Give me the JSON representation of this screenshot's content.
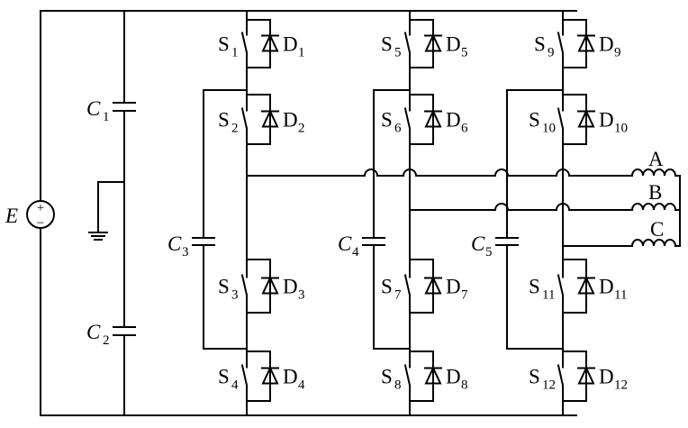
{
  "source": {
    "label": "E",
    "plus": "+",
    "minus": "−"
  },
  "dc_capacitors": [
    {
      "name": "C",
      "sub": "1"
    },
    {
      "name": "C",
      "sub": "2"
    }
  ],
  "legs": [
    {
      "capacitor": {
        "name": "C",
        "sub": "3"
      },
      "switches": [
        {
          "s": "S",
          "s_sub": "1",
          "d": "D",
          "d_sub": "1"
        },
        {
          "s": "S",
          "s_sub": "2",
          "d": "D",
          "d_sub": "2"
        },
        {
          "s": "S",
          "s_sub": "3",
          "d": "D",
          "d_sub": "3"
        },
        {
          "s": "S",
          "s_sub": "4",
          "d": "D",
          "d_sub": "4"
        }
      ]
    },
    {
      "capacitor": {
        "name": "C",
        "sub": "4"
      },
      "switches": [
        {
          "s": "S",
          "s_sub": "5",
          "d": "D",
          "d_sub": "5"
        },
        {
          "s": "S",
          "s_sub": "6",
          "d": "D",
          "d_sub": "6"
        },
        {
          "s": "S",
          "s_sub": "7",
          "d": "D",
          "d_sub": "7"
        },
        {
          "s": "S",
          "s_sub": "8",
          "d": "D",
          "d_sub": "8"
        }
      ]
    },
    {
      "capacitor": {
        "name": "C",
        "sub": "5"
      },
      "switches": [
        {
          "s": "S",
          "s_sub": "9",
          "d": "D",
          "d_sub": "9"
        },
        {
          "s": "S",
          "s_sub": "10",
          "d": "D",
          "d_sub": "10"
        },
        {
          "s": "S",
          "s_sub": "11",
          "d": "D",
          "d_sub": "11"
        },
        {
          "s": "S",
          "s_sub": "12",
          "d": "D",
          "d_sub": "12"
        }
      ]
    }
  ],
  "phases": [
    "A",
    "B",
    "C"
  ],
  "colors": {
    "line": "#000000",
    "background": "#ffffff"
  }
}
